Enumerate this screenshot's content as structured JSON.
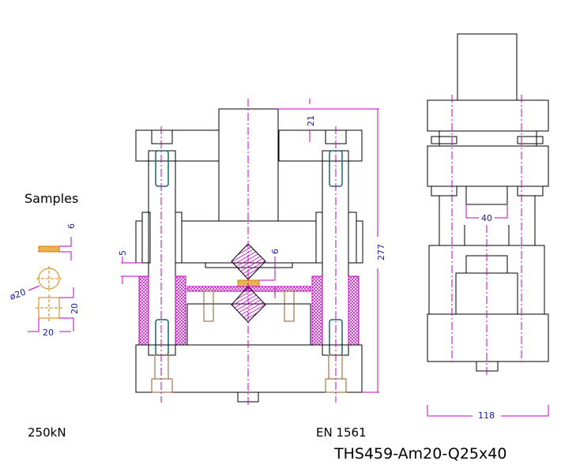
{
  "title": "THS459-Am20-Q25x40",
  "standard": "EN 1561",
  "capacity": "250kN",
  "samples": {
    "heading": "Samples",
    "thickness": "6",
    "diameter": "ø20",
    "width": "20",
    "height": "20"
  },
  "front_view": {
    "dim_gap": "5",
    "dim_sample": "6",
    "dim_top": "21",
    "dim_total_height": "277"
  },
  "side_view": {
    "dim_inner": "40",
    "dim_width": "118"
  },
  "colors": {
    "dimension": "#c000c0",
    "text": "#1a1aa8",
    "sample": "#d08000",
    "bolt": "#1e6470"
  }
}
